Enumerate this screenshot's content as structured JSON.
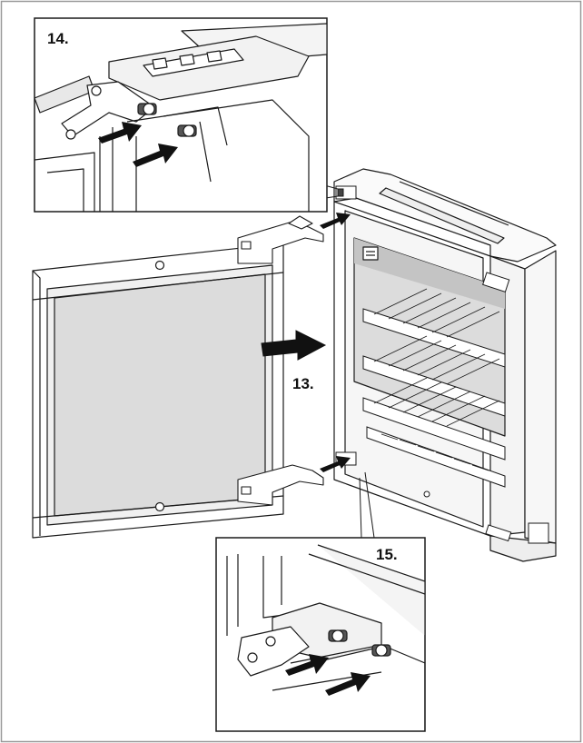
{
  "steps": {
    "step_13": "13.",
    "step_14": "14.",
    "step_15": "15."
  },
  "colors": {
    "line": "#1a1a1a",
    "frame": "#888888",
    "glass": "#dcdcdc",
    "glass_dark": "#c4c4c4",
    "panel_light": "#f2f2f2",
    "arrow": "#111111"
  }
}
